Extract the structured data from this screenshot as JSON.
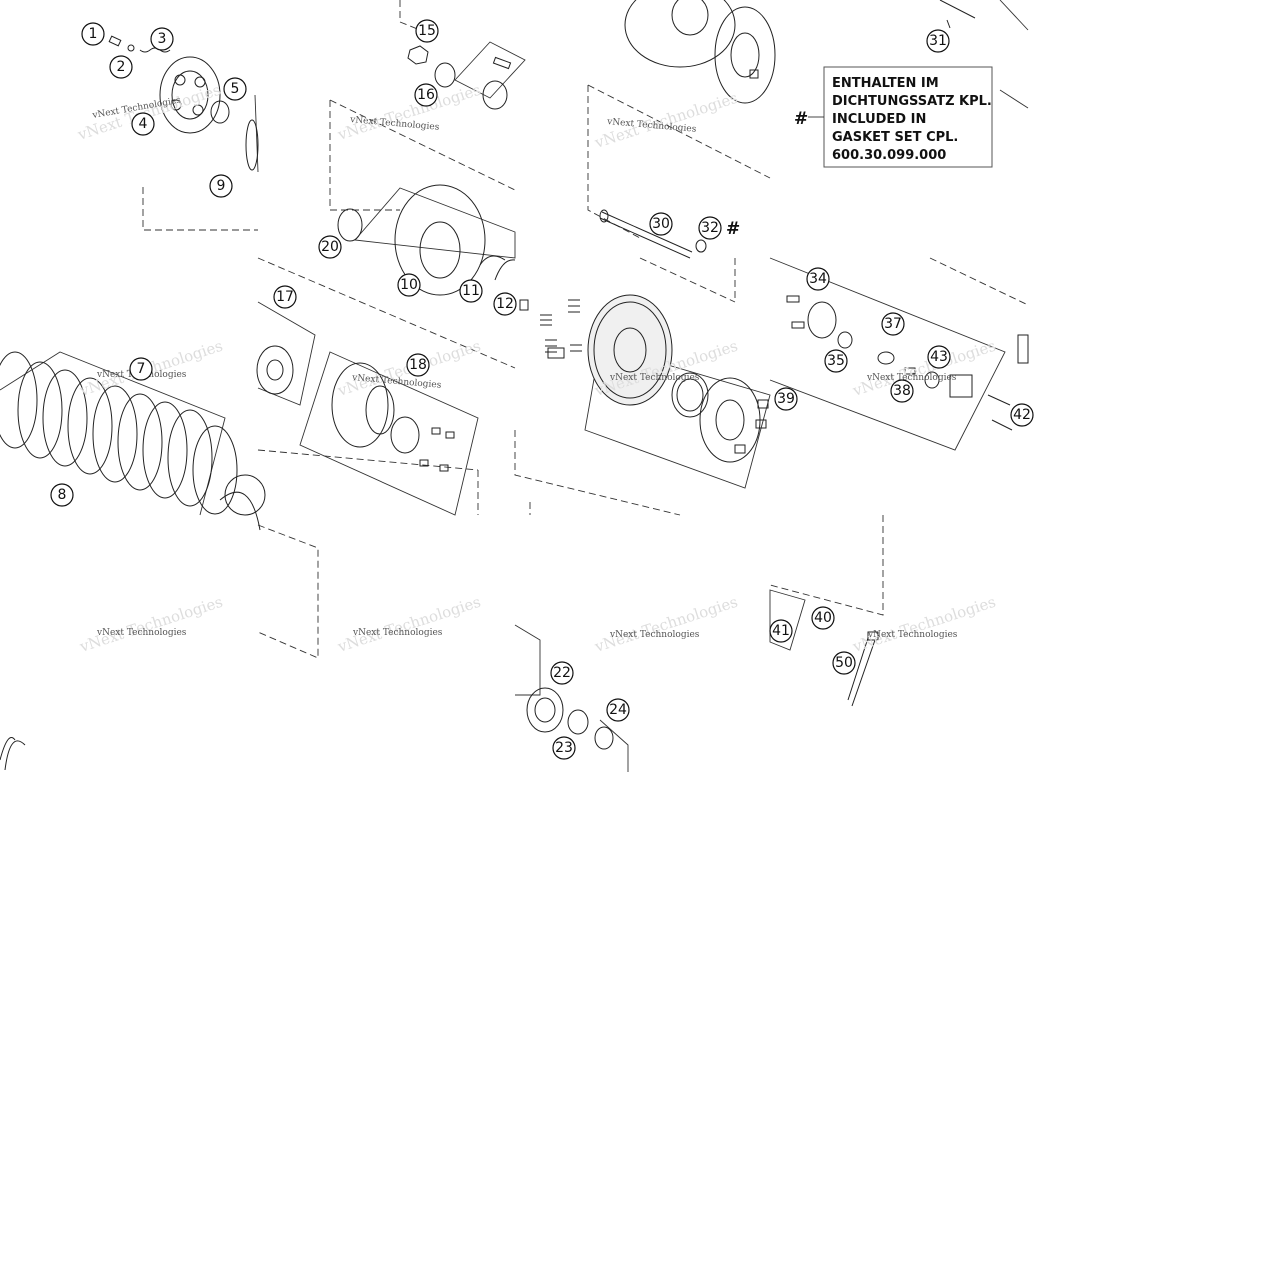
{
  "callouts": [
    "1",
    "2",
    "3",
    "4",
    "5",
    "7",
    "8",
    "9",
    "10",
    "11",
    "12",
    "15",
    "16",
    "17",
    "18",
    "20",
    "22",
    "23",
    "24",
    "30",
    "31",
    "32",
    "34",
    "35",
    "37",
    "38",
    "39",
    "40",
    "41",
    "42",
    "43",
    "50"
  ],
  "note": {
    "lines": [
      "ENTHALTEN IM",
      "DICHTUNGSSATZ KPL.",
      "INCLUDED IN",
      "GASKET SET CPL.",
      "600.30.099.000"
    ],
    "marker": "#"
  },
  "watermark": "vNext Technologies"
}
